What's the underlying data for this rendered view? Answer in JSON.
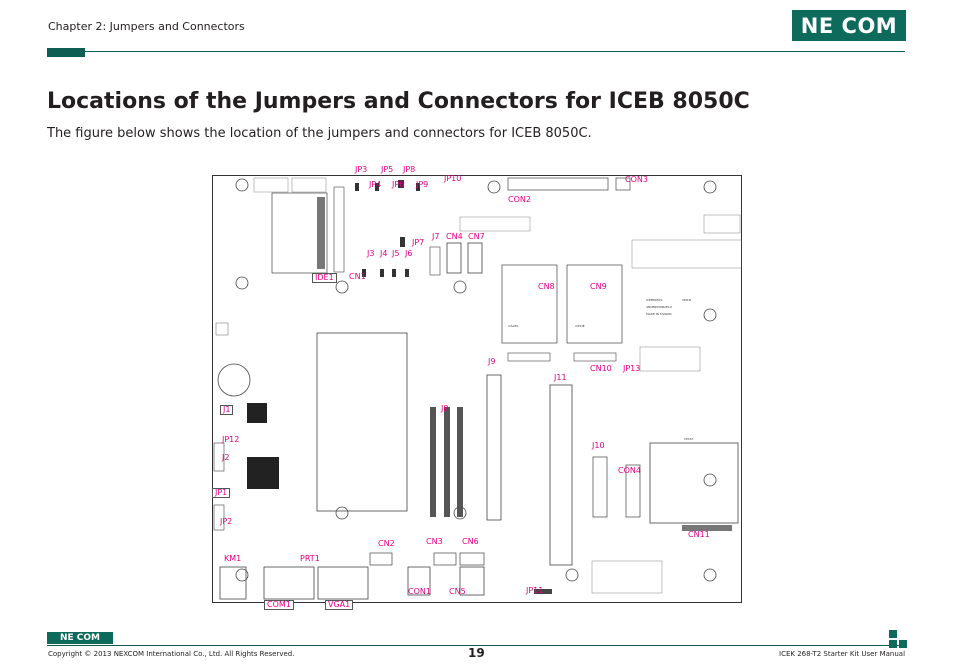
{
  "header": {
    "chapter": "Chapter 2: Jumpers and Connectors",
    "logo_text": "NE COM"
  },
  "page": {
    "title": "Locations of the Jumpers and Connectors for ICEB 8050C",
    "subtitle": "The figure below shows the location of the jumpers and connectors for ICEB 8050C."
  },
  "board": {
    "labels": {
      "JP3": "JP3",
      "JP5": "JP5",
      "JP8": "JP8",
      "JP4": "JP4",
      "JP6": "JP6",
      "JP9": "JP9",
      "JP10": "JP10",
      "CON3": "CON3",
      "CON2": "CON2",
      "J7": "J7",
      "CN4": "CN4",
      "CN7": "CN7",
      "JP7": "JP7",
      "J3": "J3",
      "J4": "J4",
      "J5": "J5",
      "J6": "J6",
      "IDE1": "IDE1",
      "CN1": "CN1",
      "CN8": "CN8",
      "CN9": "CN9",
      "J9": "J9",
      "J1": "J1",
      "J8": "J8",
      "J11": "J11",
      "CN10": "CN10",
      "JP13": "JP13",
      "JP12": "JP12",
      "J2": "J2",
      "J10": "J10",
      "CON4": "CON4",
      "JP1": "JP1",
      "JP2": "JP2",
      "CN11": "CN11",
      "CN2b": "CN2",
      "CN3": "CN3",
      "CN6": "CN6",
      "KM1": "KM1",
      "PRT1": "PRT1",
      "CON1": "CON1",
      "CN5": "CN5",
      "JP11": "JP11",
      "COM1": "COM1",
      "VGA1": "VGA1"
    },
    "silkscreen": {
      "model": "ICEB8050C",
      "ver": "VER:B",
      "pn": "4NCB8050B2E1U",
      "made_in": "MADE IN TAIWAN",
      "msata": "mSATA",
      "mpcie": "mPCIE",
      "cfast": "CFAST"
    }
  },
  "footer": {
    "copyright": "Copyright © 2013 NEXCOM International Co., Ltd. All Rights Reserved.",
    "page_number": "19",
    "manual": "ICEK 268-T2 Starter Kit User Manual",
    "logo_text": "NE COM"
  }
}
